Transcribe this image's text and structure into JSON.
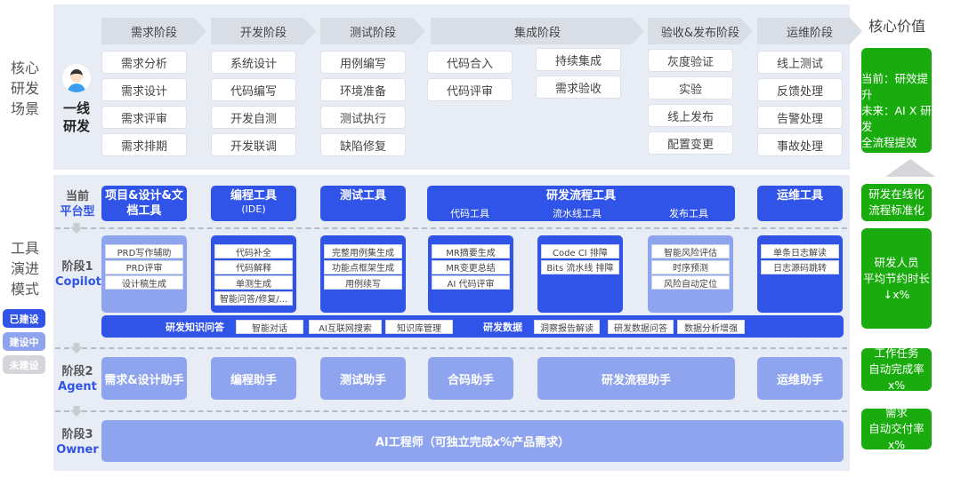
{
  "scenes": {
    "side_label": "核心研发场景",
    "role": "一线研发",
    "stages": [
      "需求阶段",
      "开发阶段",
      "测试阶段",
      "集成阶段",
      "验收&发布阶段",
      "运维阶段"
    ],
    "req": [
      "需求分析",
      "需求设计",
      "需求评审",
      "需求排期"
    ],
    "dev": [
      "系统设计",
      "代码编写",
      "开发自测",
      "开发联调"
    ],
    "test": [
      "用例编写",
      "环境准备",
      "测试执行",
      "缺陷修复"
    ],
    "int_a": [
      "代码合入",
      "代码评审"
    ],
    "int_b": [
      "持续集成",
      "需求验收"
    ],
    "rel": [
      "灰度验证",
      "实验",
      "线上发布",
      "配置变更"
    ],
    "ops": [
      "线上测试",
      "反馈处理",
      "告警处理",
      "事故处理"
    ]
  },
  "tools": {
    "side_label": "工具演进模式",
    "legend": [
      "已建设",
      "建设中",
      "未建设"
    ],
    "platform": {
      "label_a": "当前",
      "label_b": "平台型",
      "items": [
        "项目&设计&文档工具",
        "编程工具",
        "(IDE)",
        "测试工具",
        "研发流程工具",
        "代码工具",
        "流水线工具",
        "发布工具",
        "运维工具"
      ]
    },
    "stage1": {
      "label_a": "阶段1",
      "label_b": "Copilot",
      "design": [
        "PRD写作辅助",
        "PRD评审",
        "设计稿生成"
      ],
      "coding": [
        "代码补全",
        "代码解释",
        "单测生成",
        "智能问答/修复/..."
      ],
      "testing": [
        "完整用例集生成",
        "功能点框架生成",
        "用例续写"
      ],
      "code": [
        "MR摘要生成",
        "MR变更总结",
        "AI 代码评审"
      ],
      "pipeline": [
        "Code CI 排障",
        "Bits 流水线 排障"
      ],
      "release": [
        "智能风险评估",
        "时序预测",
        "风险自动定位"
      ],
      "ops": [
        "单条日志解读",
        "日志源码跳转"
      ],
      "knowledge_label": "研发知识问答",
      "knowledge": [
        "智能对话",
        "AI互联网搜索",
        "知识库管理"
      ],
      "data_label": "研发数据",
      "data": [
        "洞察报告解读",
        "研发数据问答",
        "数据分析增强"
      ]
    },
    "stage2": {
      "label_a": "阶段2",
      "label_b": "Agent",
      "items": [
        "需求&设计助手",
        "编程助手",
        "测试助手",
        "合码助手",
        "研发流程助手",
        "运维助手"
      ]
    },
    "stage3": {
      "label_a": "阶段3",
      "label_b": "Owner",
      "item": "AI工程师（可独立完成x%产品需求）"
    }
  },
  "value": {
    "title": "核心价值",
    "top": [
      "当前：研效提升",
      "未来：AI X 研发",
      "全流程提效"
    ],
    "platform": [
      "研发在线化",
      "流程标准化"
    ],
    "stage1": [
      "研发人员",
      "平均节约时长",
      "↓x%"
    ],
    "stage2": [
      "工作任务",
      "自动完成率x%"
    ],
    "stage3": [
      "需求",
      "自动交付率x%"
    ]
  },
  "colors": {
    "built": "#3154e8",
    "building": "#8fa4ef",
    "unbuilt": "#d4d6da",
    "value": "#1aab0e"
  }
}
